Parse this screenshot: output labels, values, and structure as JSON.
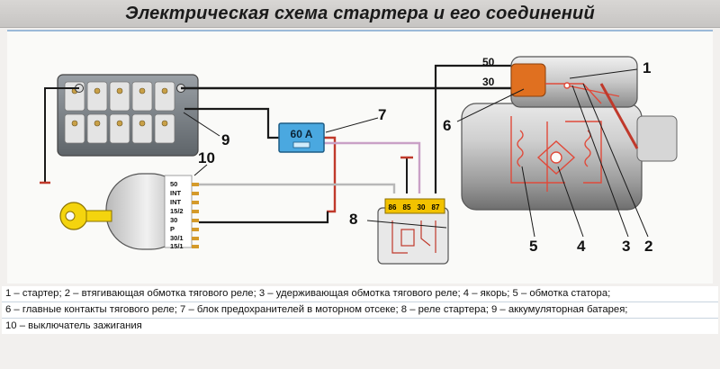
{
  "title": "Электрическая схема стартера и его соединений",
  "labels": {
    "t50": "50",
    "t30": "30",
    "n1": "1",
    "n2": "2",
    "n3": "3",
    "n4": "4",
    "n5": "5",
    "n6": "6",
    "n7": "7",
    "n8": "8",
    "n9": "9",
    "n10": "10",
    "fuse": "60 A",
    "relay_86": "86",
    "relay_85": "85",
    "relay_30": "30",
    "relay_87": "87",
    "switch_terminals": [
      "50",
      "INT",
      "INT",
      "15/2",
      "30",
      "P",
      "30/1",
      "15/1"
    ]
  },
  "legend": [
    "1 – стартер; 2 – втягивающая обмотка тягового реле; 3 – удерживающая обмотка тягового реле; 4 – якорь; 5 – обмотка статора;",
    "6 – главные контакты тягового реле; 7 – блок предохранителей в моторном отсеке; 8 – реле стартера; 9 – аккумуляторная батарея;",
    "10 – выключатель зажигания"
  ],
  "colors": {
    "wire_black": "#1a1a1a",
    "wire_red": "#c0392b",
    "wire_pink": "#c9a0c6",
    "wire_grey": "#b8b8b8",
    "fuse_blue": "#4aa8e0",
    "relay_yellow": "#f2c200",
    "key_yellow": "#f4d40e",
    "accent_orange": "#e07020"
  }
}
